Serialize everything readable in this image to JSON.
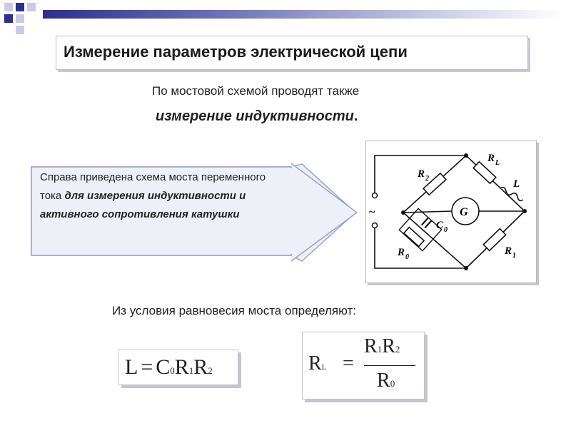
{
  "title": "Измерение параметров электрической цепи",
  "intro": {
    "line1": "По мостовой схемой проводят также",
    "line2": "измерение индуктивности",
    "line2_end": "."
  },
  "callout": {
    "plain": "Справа приведена схема моста переменного тока ",
    "emphasis": "для измерения индуктивности и активного сопротивления катушки"
  },
  "circuit": {
    "labels": {
      "r2": "R",
      "r2_sub": "2",
      "rl": "R",
      "rl_sub": "L",
      "l": "L",
      "g": "G",
      "c0": "C",
      "c0_sub": "0",
      "r0": "R",
      "r0_sub": "0",
      "r1": "R",
      "r1_sub": "1",
      "source": "~"
    }
  },
  "condition": "Из условия равновесия моста определяют:",
  "formula1": {
    "lhs": "L",
    "eq": "=",
    "c": "C",
    "c_sub": "0",
    "r1": "R",
    "r1_sub": "1",
    "r2": "R",
    "r2_sub": "2"
  },
  "formula2": {
    "lhs": "R",
    "lhs_sub": "L",
    "eq": "=",
    "num_r1": "R",
    "num_r1_sub": "1",
    "num_r2": "R",
    "num_r2_sub": "2",
    "den": "R",
    "den_sub": "0"
  },
  "colors": {
    "accent_dark": "#2c2f8e",
    "accent_light": "#c9cbe6",
    "arrow_fill": "#eef0f8",
    "arrow_stroke": "#9aa0c8"
  }
}
